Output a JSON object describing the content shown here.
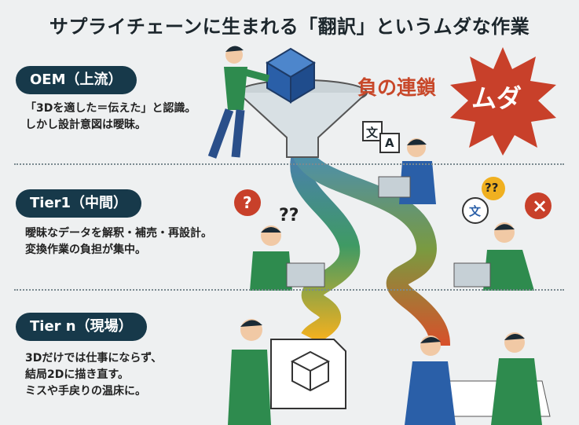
{
  "title": "サプライチェーンに生まれる「翻訳」というムダな作業",
  "sections": [
    {
      "label": "OEM（上流）",
      "text": "「3Dを適した＝伝えた」と認識。\nしかし設計意図は曖昧。"
    },
    {
      "label": "Tier1（中間）",
      "text": "曖昧なデータを解釈・補売・再設計。\n変換作業の負担が集中。"
    },
    {
      "label": "Tier n（現場）",
      "text": "3Dだけでは仕事にならず、\n結局2Dに描き直す。\nミスや手戻りの温床に。"
    }
  ],
  "negative_chain": "負の連鎖",
  "muda_badge": "ムダ",
  "icons": {
    "translate_from": "文",
    "translate_to": "A",
    "bubble_q": "?",
    "bubble_qq": "??",
    "bubble_x": "×",
    "confused": "??"
  },
  "colors": {
    "pill": "#17394a",
    "accent": "#c8482a",
    "green": "#2e8b4e",
    "blue": "#2a5fa8"
  }
}
